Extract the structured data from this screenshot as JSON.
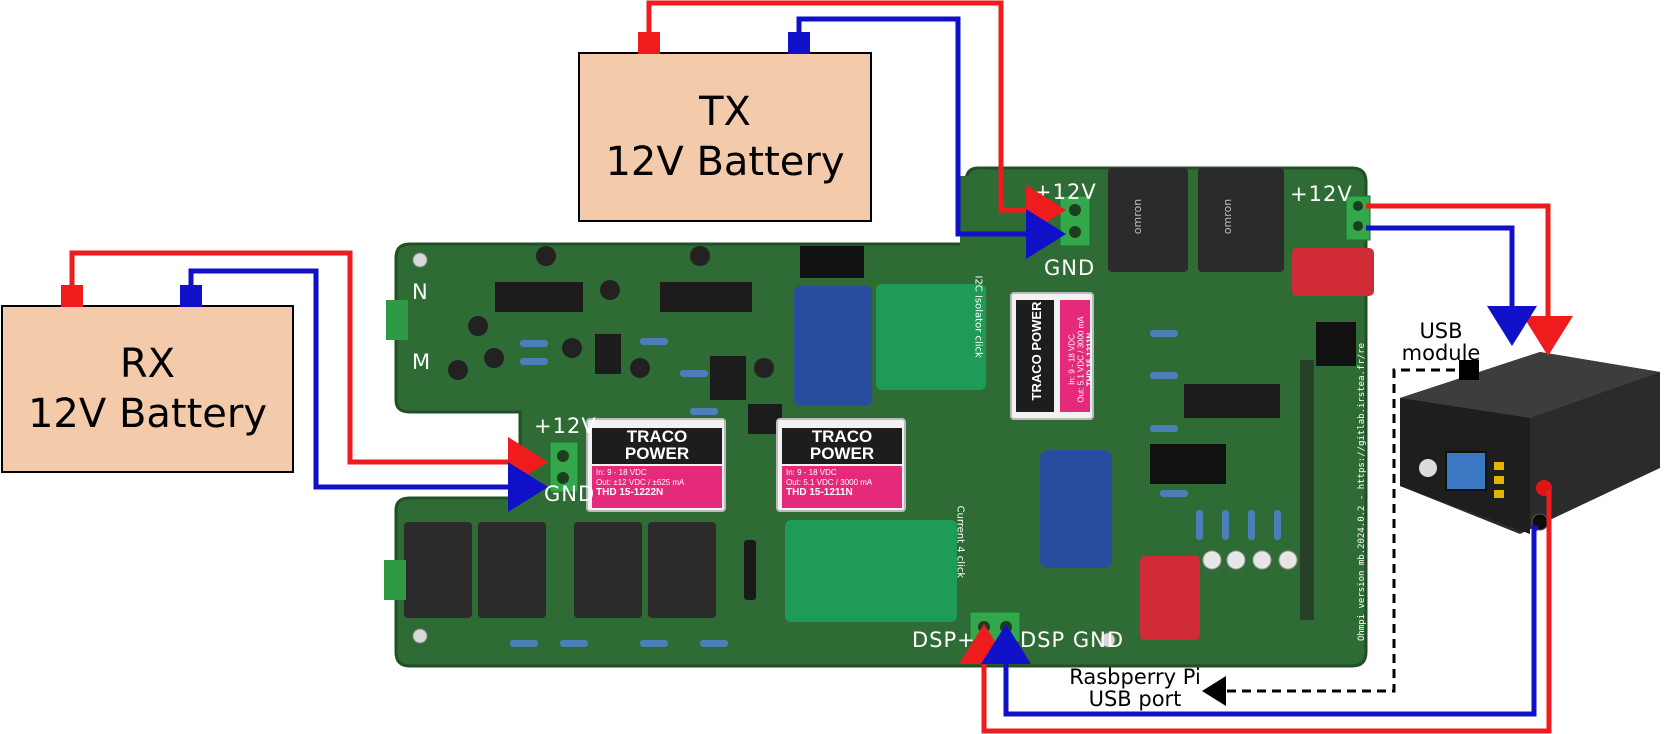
{
  "colors": {
    "positive_wire": "#ee1c1c",
    "negative_wire": "#1010c8",
    "battery_fill": "#f4cbaa",
    "pcb_green": "#2f6b34",
    "usb_link": "#000000"
  },
  "batteries": {
    "tx": {
      "line1": "TX",
      "line2": "12V Battery"
    },
    "rx": {
      "line1": "RX",
      "line2": "12V Battery"
    }
  },
  "pcb": {
    "tx_input": {
      "plus": "+12V",
      "gnd": "GND"
    },
    "rx_input": {
      "plus": "+12V",
      "gnd": "GND"
    },
    "output": {
      "plus": "+12V"
    },
    "dsp": {
      "plus": "DSP+",
      "gnd": "DSP GND"
    },
    "side_labels": {
      "n": "N",
      "m": "M"
    },
    "converters": [
      {
        "brand": "TRACO",
        "sub": "POWER",
        "model": "THD 15-1222N",
        "spec1": "In: 9 - 18 VDC",
        "spec2": "Out: ±12 VDC / ±625 mA"
      },
      {
        "brand": "TRACO",
        "sub": "POWER",
        "model": "THD 15-1211N",
        "spec1": "In: 9 - 18 VDC",
        "spec2": "Out: 5.1 VDC / 3000 mA"
      },
      {
        "brand": "TRACO",
        "sub": "POWER",
        "model": "THD 15-1211N",
        "spec1": "In: 9 - 18 VDC",
        "spec2": "Out: 5.1 VDC / 3000 mA"
      }
    ],
    "relay_brand": "omron",
    "version_text": "Ohmpi version mb.2024.0.2 - https://gitlab.irstea.fr/re",
    "click_labels": {
      "isolator": "I2C Isolator click",
      "current": "Current 4 click"
    }
  },
  "usb_module": {
    "line1": "USB",
    "line2": "module"
  },
  "raspberry": {
    "line1": "Rasbperry Pi",
    "line2": "USB port"
  }
}
